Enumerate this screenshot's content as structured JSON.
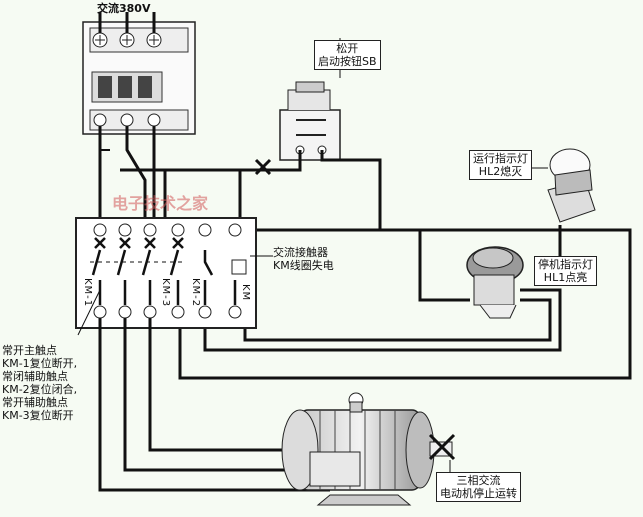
{
  "labels": {
    "supply": "交流380V",
    "sb": [
      "松开",
      "启动按钮SB"
    ],
    "hl2": [
      "运行指示灯",
      "HL2熄灭"
    ],
    "hl1": [
      "停机指示灯",
      "HL1点亮"
    ],
    "contactor": [
      "交流接触器",
      "KM线圈失电"
    ],
    "contacts": [
      "常开主触点",
      "KM-1复位断开,",
      "常闭辅助触点",
      "KM-2复位闭合,",
      "常开辅助触点",
      "KM-3复位断开"
    ],
    "motor": [
      "三相交流",
      "电动机停止运转"
    ],
    "km1": "KM-1",
    "km3": "KM-3",
    "km2": "KM-2",
    "km": "KM"
  },
  "watermark": "电子技术之家",
  "colors": {
    "background": "#f6fbf3",
    "line": "#111111",
    "watermark": "#d25a5a"
  }
}
